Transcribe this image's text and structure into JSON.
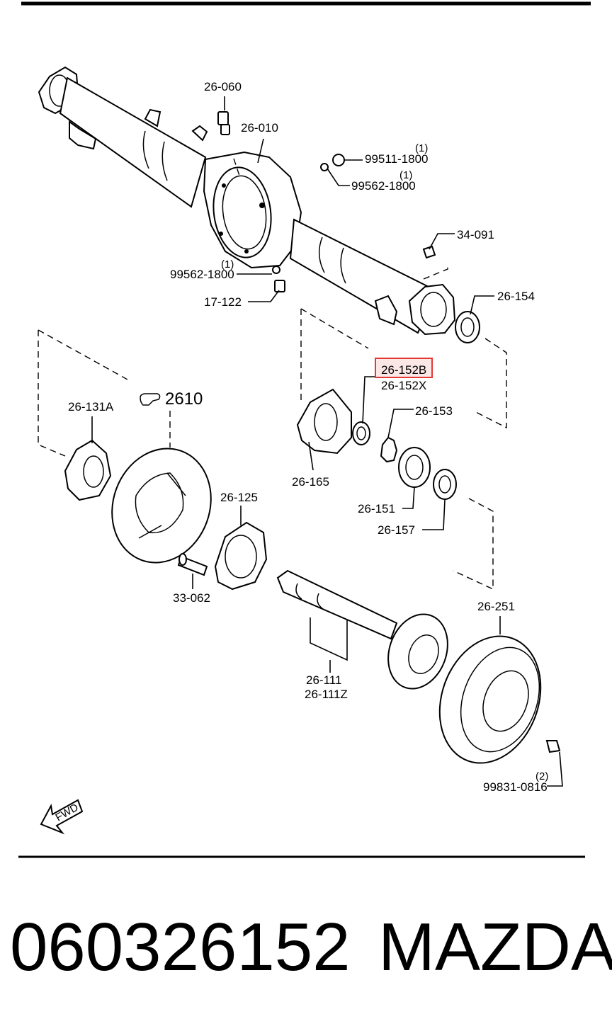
{
  "labels": {
    "l26060": "26-060",
    "l26010": "26-010",
    "l99511": "99511-1800",
    "q99511": "(1)",
    "l99562a": "99562-1800",
    "q99562a": "(1)",
    "l34091": "34-091",
    "l99562b": "99562-1800",
    "q99562b": "(1)",
    "l17122": "17-122",
    "l26154": "26-154",
    "l26152b": "26-152B",
    "l26152x": "26-152X",
    "l26153": "26-153",
    "l26131a": "26-131A",
    "l2610": "2610",
    "l26165": "26-165",
    "l26151": "26-151",
    "l26157": "26-157",
    "l26125": "26-125",
    "l33062": "33-062",
    "l26251": "26-251",
    "l26111": "26-111",
    "l26111z": "26-111Z",
    "l99831": "99831-0816",
    "q99831": "(2)",
    "fwd": "FWD"
  },
  "highlight": {
    "label": "26-152B",
    "color": "#e53935"
  },
  "footer": {
    "part_number": "060326152",
    "brand": "MAZDA"
  }
}
